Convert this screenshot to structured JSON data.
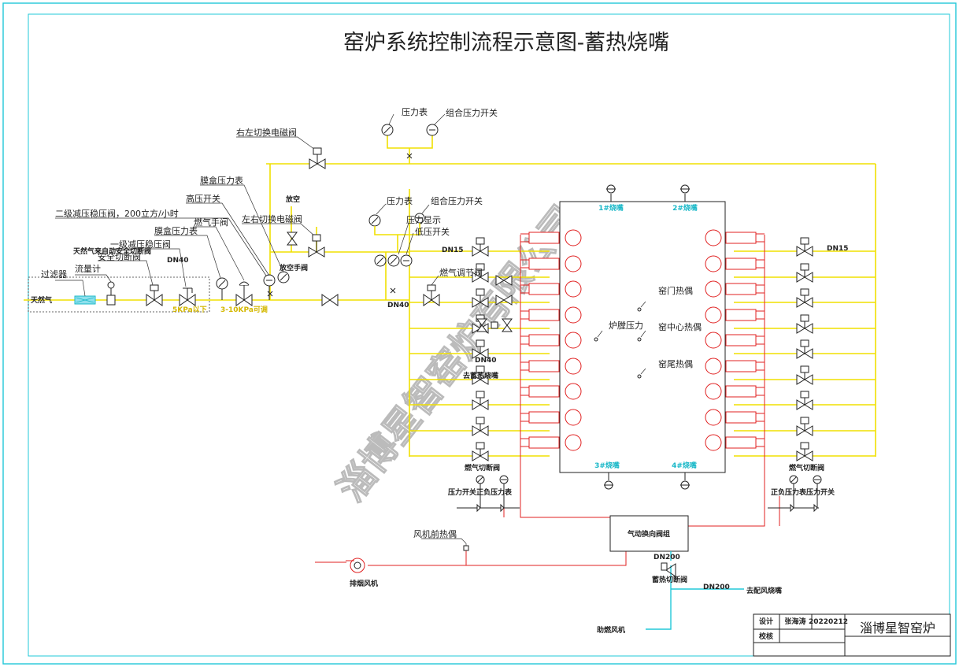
{
  "title": "窑炉系统控制流程示意图-蓄热烧嘴",
  "watermark": "淄博星智窑炉有限公司",
  "colors": {
    "gas_line": "#f0e000",
    "air_line": "#e02020",
    "border": "#22c8d8",
    "accent_text": "#1ab8c8"
  },
  "labels": {
    "right_left_valve": "右左切换电磁阀",
    "pressure_gauge_top": "压力表",
    "combo_pressure_switch_top": "组合压力开关",
    "membrane_gauge": "膜盒压力表",
    "high_pressure_switch": "高压开关",
    "second_reducer": "二级减压稳压阀，200立方/小时",
    "manual_valve": "燃气手阀",
    "membrane_gauge2": "膜盒压力表",
    "first_reducer": "一级减压稳压阀",
    "auto_cut_valve": "天然气来自动安全切断阀",
    "safety_cut_valve": "安全切断阀",
    "flow_meter": "流量计",
    "filter": "过滤器",
    "natural_gas": "天然气",
    "vent": "放空",
    "left_right_valve": "左右切换电磁阀",
    "vent_manual": "放空手阀",
    "pressure_gauge_mid": "压力表",
    "combo_pressure_switch_mid": "组合压力开关",
    "pressure_display": "压力显示",
    "low_pressure_switch": "低压开关",
    "gas_regulator": "燃气调节阀",
    "to_regen_burner": "去蓄热烧嘴",
    "kiln_door_tc": "窑门热偶",
    "furnace_pressure": "炉膛压力",
    "kiln_center_tc": "窑中心热偶",
    "kiln_tail_tc": "窑尾热偶",
    "gas_cut_left": "燃气切断阀",
    "gas_cut_right": "燃气切断阀",
    "ps_left": "压力开关正负压力表",
    "ps_right": "正负压力表压力开关",
    "pneumatic_group": "气动换向阀组",
    "fan_thermocouple": "风机前热偶",
    "exhaust_fan": "排烟风机",
    "regen_cut_valve": "蓄热切断阀",
    "to_burner": "去配风烧嘴",
    "combustion_fan": "助燃风机",
    "dn40_a": "DN40",
    "dn40_b": "DN40",
    "dn40_c": "DN40",
    "dn15_l": "DN15",
    "dn15_r": "DN15",
    "dn200_a": "DN200",
    "dn200_b": "DN200",
    "pressure_1": "5KPa以下",
    "pressure_2": "3-10KPa可调",
    "burner_1": "1#烧嘴",
    "burner_2": "2#烧嘴",
    "burner_3": "3#烧嘴",
    "burner_4": "4#烧嘴"
  },
  "title_block": {
    "design_label": "设计",
    "designer": "张海涛",
    "date": "20220212",
    "check_label": "校核",
    "company": "淄博星智窑炉"
  }
}
